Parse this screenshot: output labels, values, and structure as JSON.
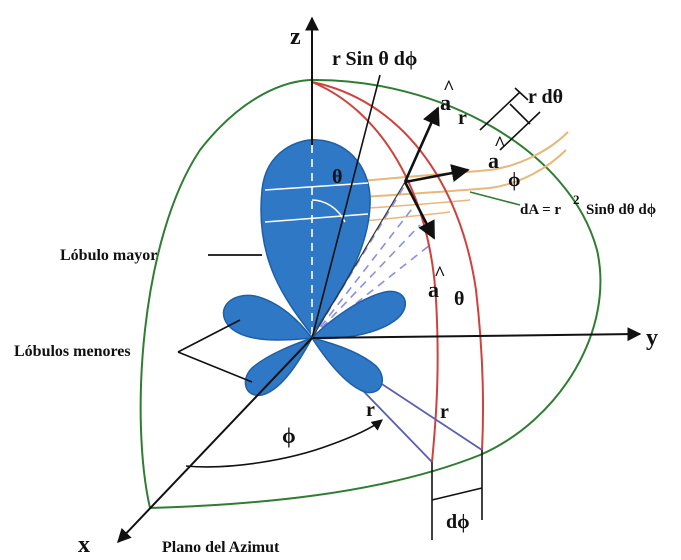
{
  "labels": {
    "axis_z": "z",
    "axis_y": "y",
    "axis_x": "x",
    "arc_length": "r Sin θ dϕ",
    "r_dtheta": "r dθ",
    "unit_r_hat": "^",
    "unit_r_a": "a",
    "unit_r_sub": "r",
    "unit_phi_hat": "^",
    "unit_phi_a": "a",
    "unit_phi_sub": "ϕ",
    "unit_theta_hat": "^",
    "unit_theta_a": "a",
    "unit_theta_sub": "θ",
    "dA_left": "dA = r",
    "dA_exp": "2",
    "dA_right": "Sinθ dθ dϕ",
    "theta": "θ",
    "phi": "ϕ",
    "r_inner": "r",
    "r_outer": "r",
    "dphi": "dϕ",
    "major_lobe": "Lóbulo mayor",
    "minor_lobes": "Lóbulos menores",
    "azimuth_plane": "Plano del Azimut"
  },
  "colors": {
    "sphere": "#2e7d32",
    "meridian": "#d0413c",
    "lobe": "#2f78c6",
    "lobe_edge": "#1d5fa8",
    "latitude": "#e8b77a",
    "dashed": "#8a8fe0",
    "radial": "#5a5fb0",
    "ink": "#111111"
  }
}
